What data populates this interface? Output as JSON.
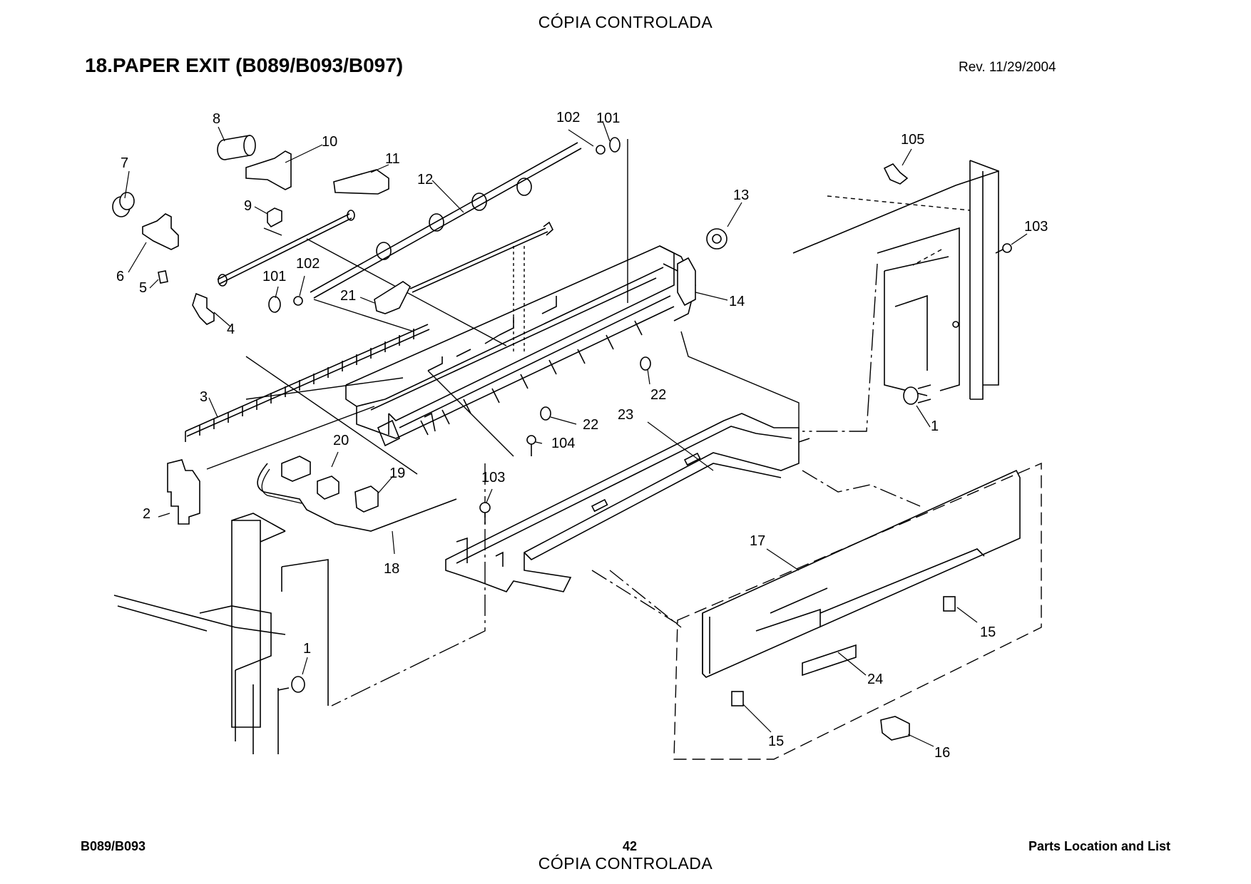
{
  "watermark_top": "CÓPIA CONTROLADA",
  "watermark_bottom": "CÓPIA CONTROLADA",
  "title": "18.PAPER EXIT (B089/B093/B097)",
  "revision": "Rev. 11/29/2004",
  "footer": {
    "left": "B089/B093",
    "page": "42",
    "right": "Parts Location and List"
  },
  "callouts": [
    "1",
    "1",
    "2",
    "3",
    "4",
    "5",
    "6",
    "7",
    "8",
    "9",
    "10",
    "11",
    "12",
    "13",
    "14",
    "15",
    "15",
    "16",
    "17",
    "18",
    "19",
    "20",
    "21",
    "22",
    "22",
    "23",
    "24",
    "101",
    "101",
    "102",
    "102",
    "103",
    "103",
    "104",
    "105"
  ]
}
